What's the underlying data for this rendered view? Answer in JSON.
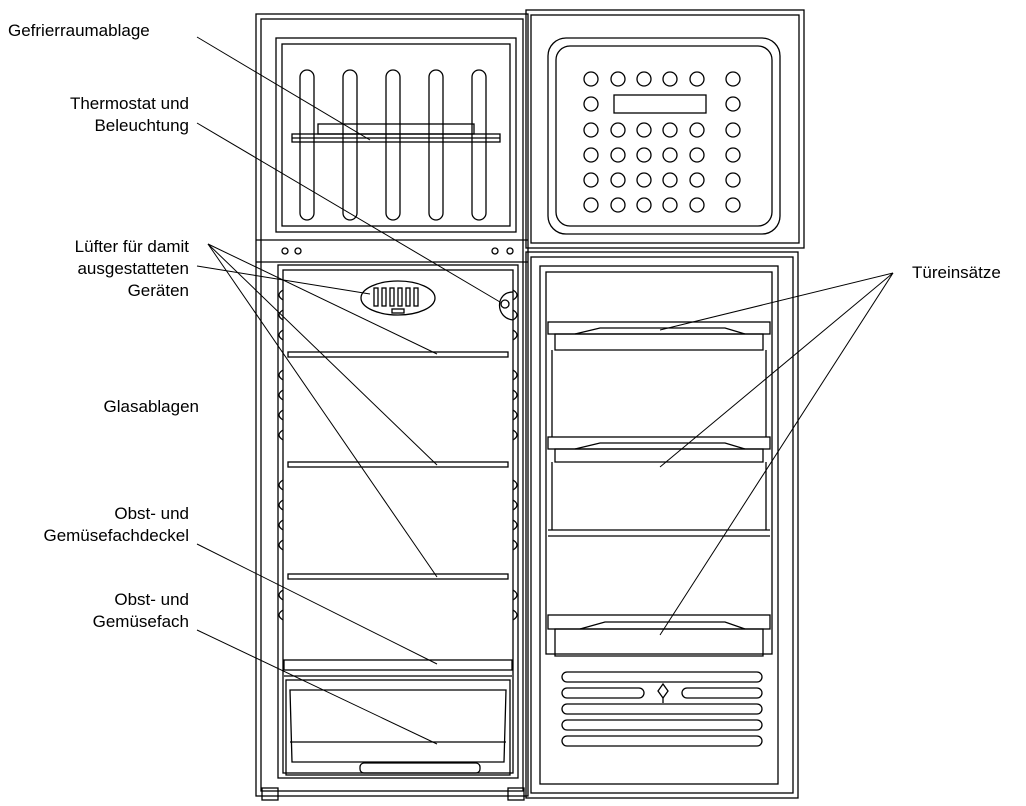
{
  "callouts": {
    "freezer_shelf": {
      "lines": [
        "Gefrierraumablage"
      ]
    },
    "thermostat": {
      "lines": [
        "Thermostat und",
        "Beleuchtung"
      ]
    },
    "fan": {
      "lines": [
        "Lüfter für damit",
        "ausgestatteten",
        "Geräten"
      ]
    },
    "glass_shelves": {
      "lines": [
        "Glasablagen"
      ]
    },
    "crisper_cover": {
      "lines": [
        "Obst- und",
        "Gemüsefachdeckel"
      ]
    },
    "crisper": {
      "lines": [
        "Obst- und",
        "Gemüsefach"
      ]
    },
    "door_racks": {
      "lines": [
        "Türeinsätze"
      ]
    }
  },
  "colors": {
    "line": "#000000",
    "background": "#ffffff"
  },
  "icons": {
    "fan": "fan-grille-icon",
    "thermostat": "thermostat-knob-icon",
    "drain": "drain-plug-icon"
  }
}
